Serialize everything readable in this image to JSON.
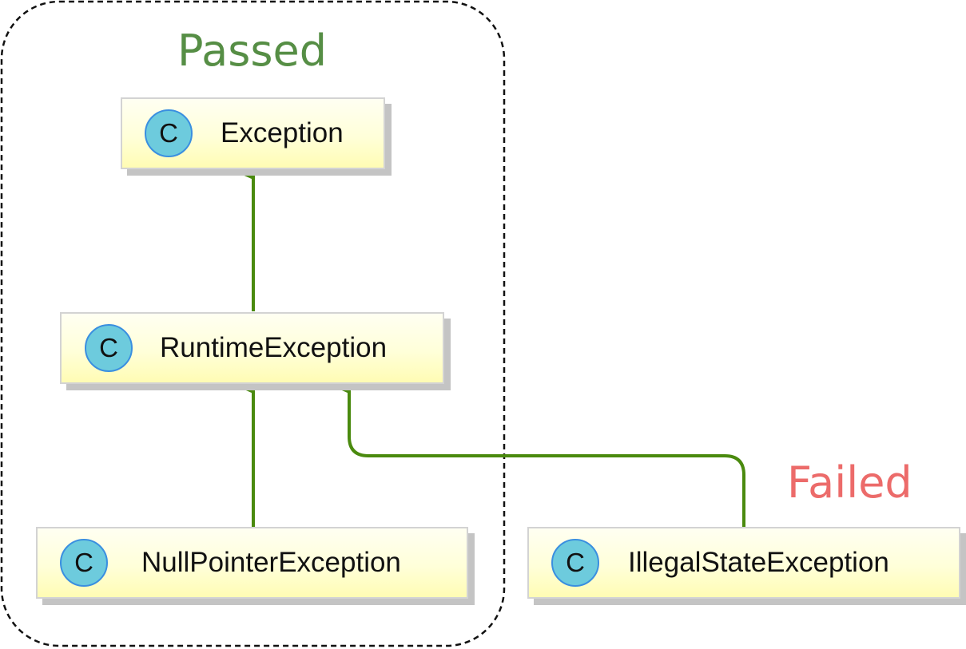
{
  "groups": {
    "passed": {
      "label": "Passed",
      "color": "#568e45"
    },
    "failed": {
      "label": "Failed",
      "color": "#ec6b6a"
    }
  },
  "colors": {
    "edge": "#4a8a0e",
    "badge_fill": "#6dcbdd",
    "badge_border": "#3a8fe0",
    "node_fill": "#fffcc0",
    "node_border": "#d3d3d3",
    "group_border": "#111111"
  },
  "stereotype_letter": "C",
  "classes": {
    "exception": "Exception",
    "runtime_exception": "RuntimeException",
    "null_pointer_exception": "NullPointerException",
    "illegal_state_exception": "IllegalStateException"
  },
  "relations": [
    {
      "from": "RuntimeException",
      "to": "Exception",
      "type": "extends"
    },
    {
      "from": "NullPointerException",
      "to": "RuntimeException",
      "type": "extends"
    },
    {
      "from": "IllegalStateException",
      "to": "RuntimeException",
      "type": "extends"
    }
  ]
}
